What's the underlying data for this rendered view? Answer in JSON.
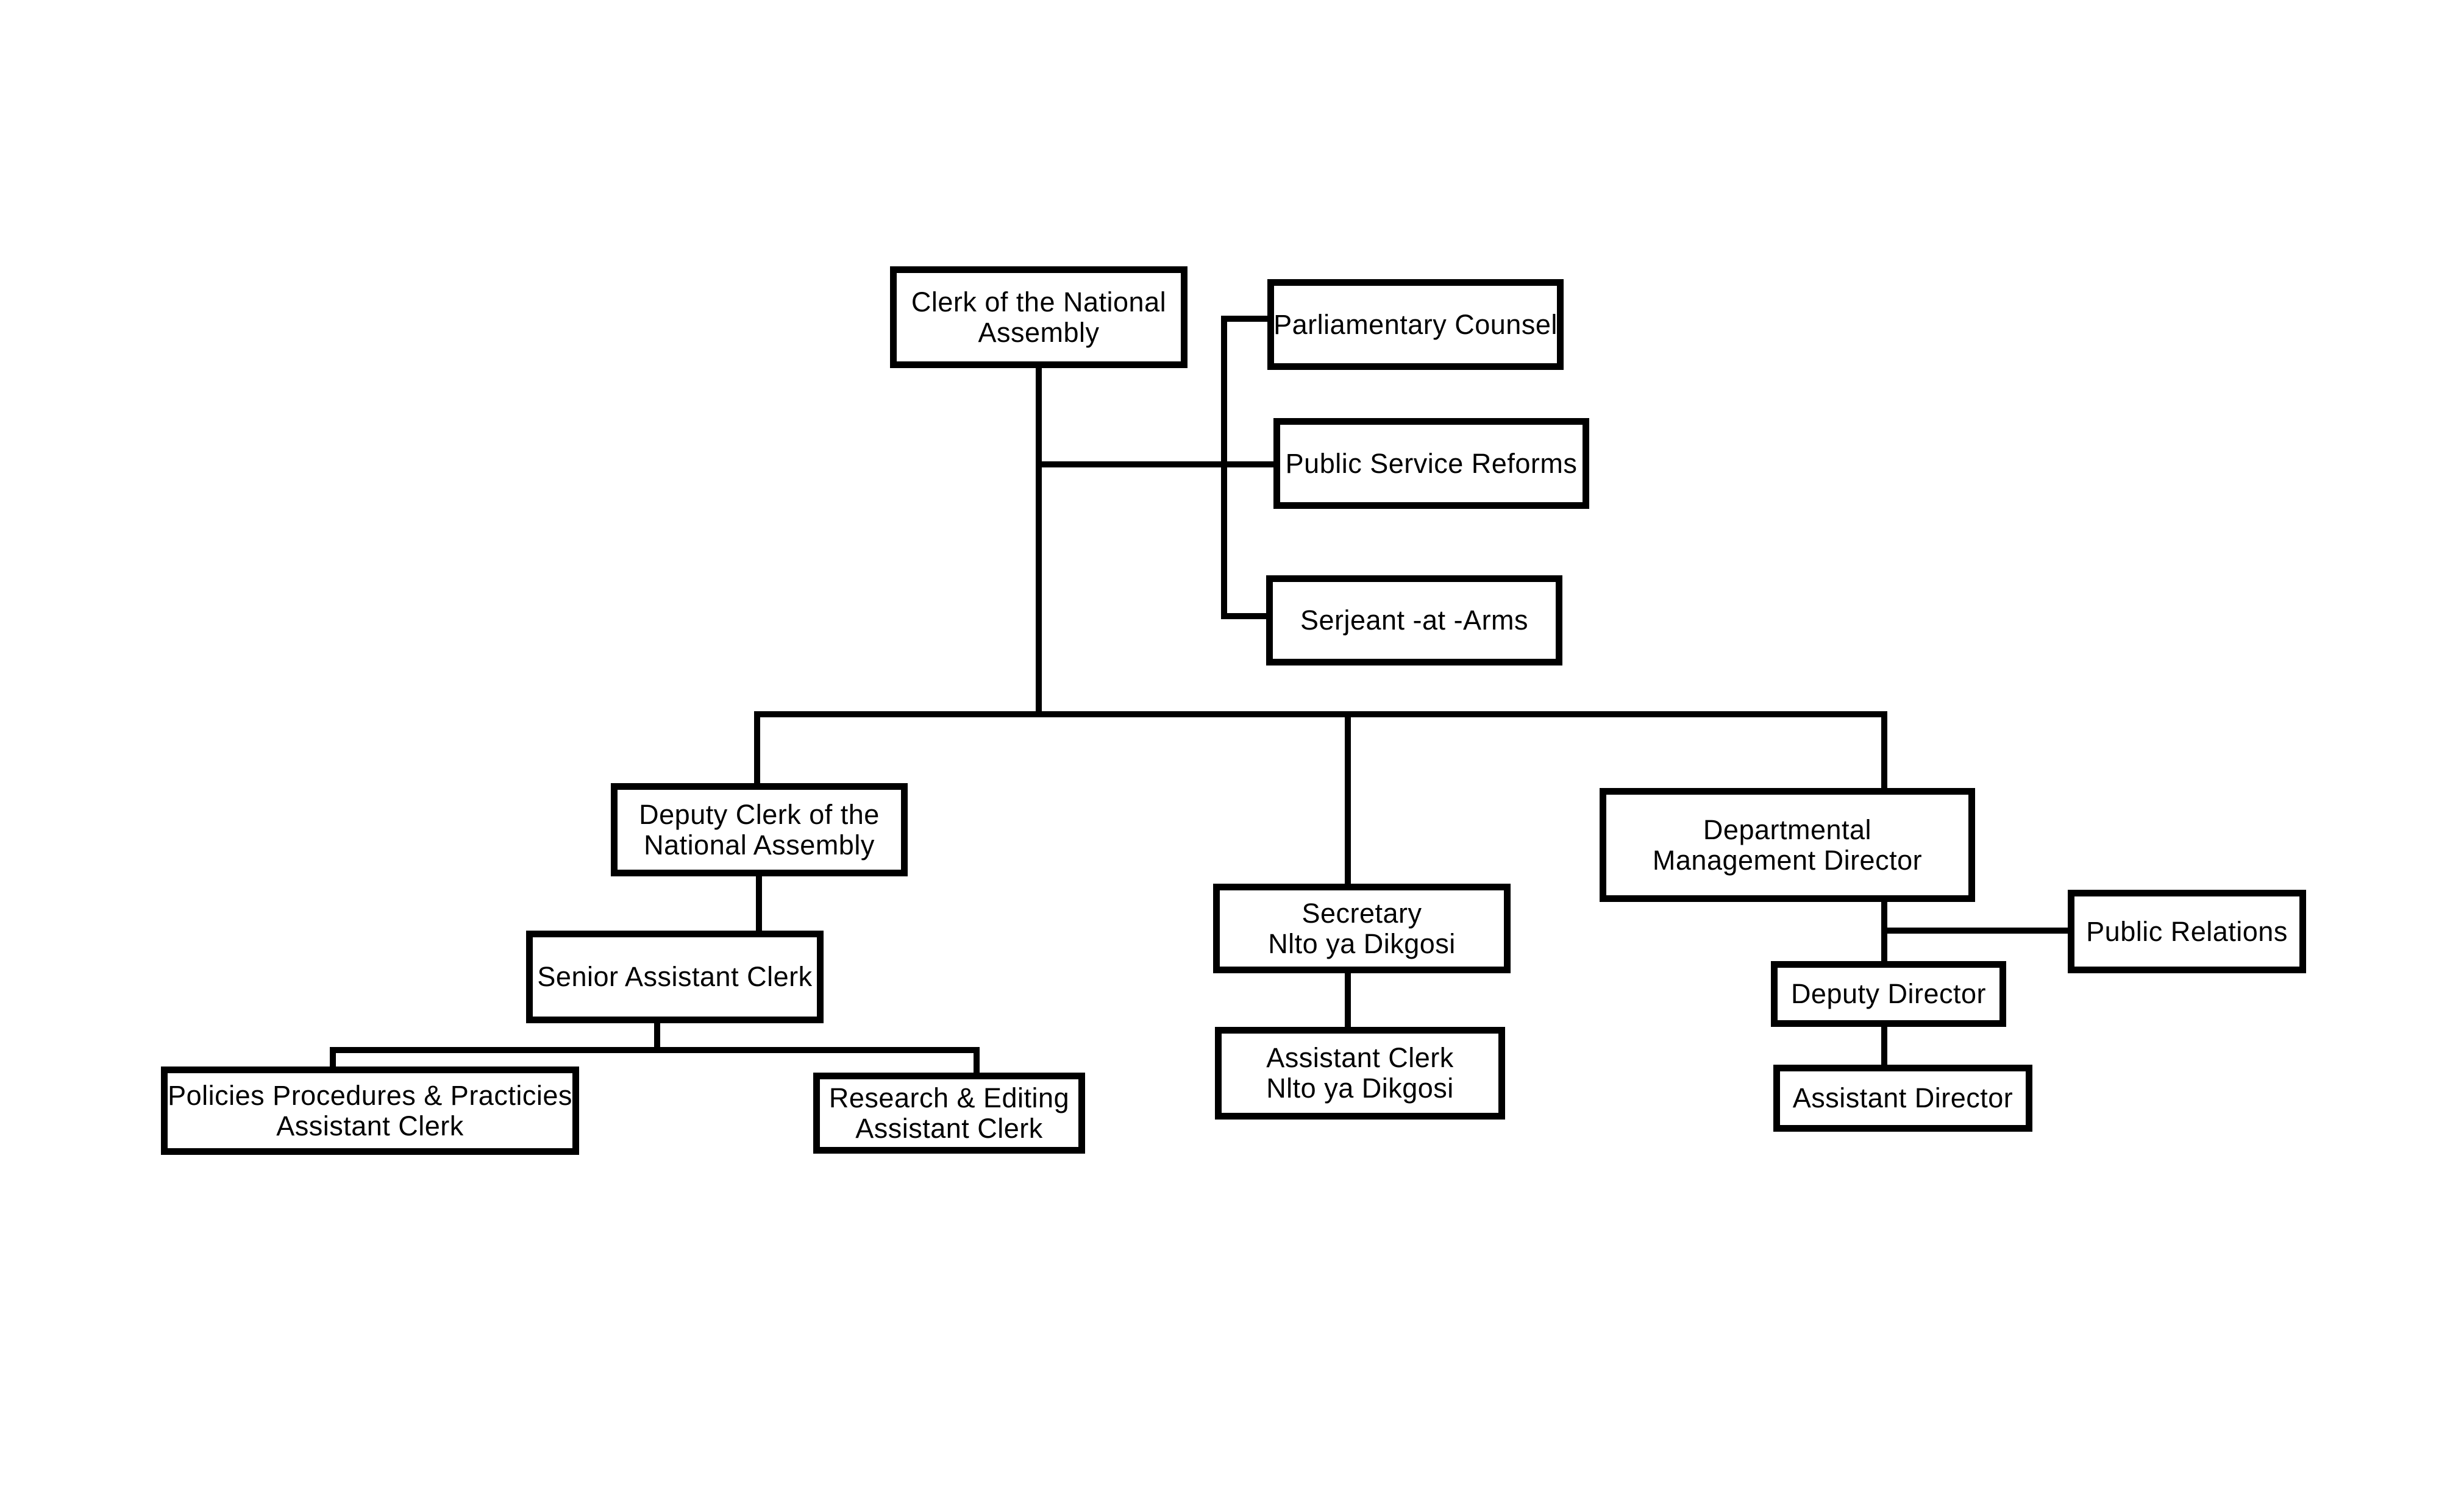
{
  "canvas": {
    "background": "#ffffff",
    "line_color": "#000000",
    "box_fill": "#ffffff",
    "text_color": "#000000"
  },
  "chart_title": "",
  "nodes": {
    "clerk": {
      "lines": [
        "Clerk of the National",
        "Assembly"
      ]
    },
    "parliamentary_counsel": {
      "lines": [
        "Parliamentary Counsel"
      ]
    },
    "public_service_reforms": {
      "lines": [
        "Public Service Reforms"
      ]
    },
    "serjeant_at_arms": {
      "lines": [
        "Serjeant -at -Arms"
      ]
    },
    "deputy_clerk": {
      "lines": [
        "Deputy Clerk of the",
        "National Assembly"
      ]
    },
    "senior_assistant_clerk": {
      "lines": [
        "Senior Assistant Clerk"
      ]
    },
    "policies_assistant_clerk": {
      "lines": [
        "Policies Procedures & Practicies",
        "Assistant Clerk"
      ]
    },
    "research_assistant_clerk": {
      "lines": [
        "Research & Editing",
        "Assistant Clerk"
      ]
    },
    "secretary_ntlo": {
      "lines": [
        "Secretary",
        "Nlto ya Dikgosi"
      ]
    },
    "assistant_clerk_ntlo": {
      "lines": [
        "Assistant Clerk",
        "Nlto ya Dikgosi"
      ]
    },
    "departmental_management_director": {
      "lines": [
        "Departmental",
        "Management Director"
      ]
    },
    "public_relations": {
      "lines": [
        "Public Relations"
      ]
    },
    "deputy_director": {
      "lines": [
        "Deputy Director"
      ]
    },
    "assistant_director": {
      "lines": [
        "Assistant Director"
      ]
    }
  }
}
